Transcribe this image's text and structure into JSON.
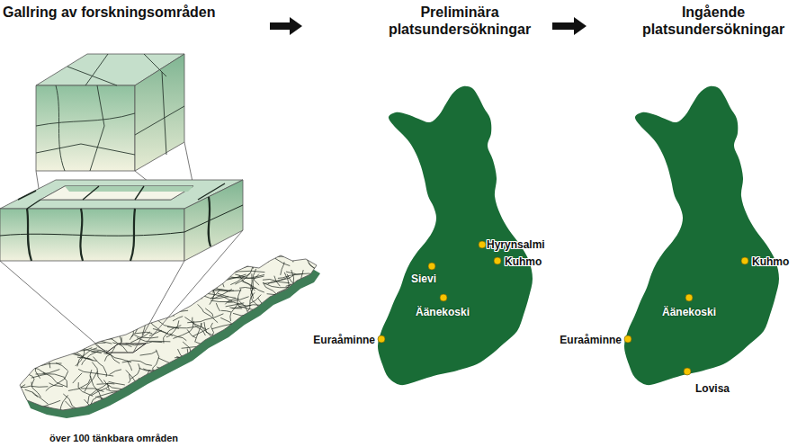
{
  "diagram": {
    "nodes": [
      {
        "text": [
          "Gallring av forskningsområden",
          "över 100 tänkbara områden"
        ]
      },
      {
        "text": [
          "Preliminära platsundersökningar",
          "Hyrynsalmi",
          "Kuhmo",
          "Sievi",
          "Äänekoski",
          "Euraåminne"
        ]
      },
      {
        "text": [
          "Ingående platsundersökningar",
          "Kuhmo",
          "Äänekoski",
          "Euraåminne",
          "Lovisa"
        ]
      }
    ],
    "edges": [
      {
        "from": 0,
        "to": 1,
        "arrow": "to"
      },
      {
        "from": 1,
        "to": 2,
        "arrow": "to"
      }
    ]
  }
}
